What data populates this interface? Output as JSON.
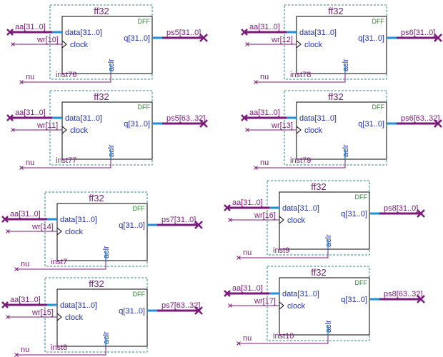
{
  "diagram": {
    "title": "ff32",
    "type_label": "DFF",
    "data_pin": "data[31..0]",
    "clock_pin": "clock",
    "q_pin": "q[31..0]",
    "aclr_pin": "aclr",
    "input_bus": "aa[31..0]",
    "nu_label": "nu",
    "colors": {
      "bus": "#7a1a7a",
      "pin_wire": "#1f8fd8",
      "frame": "#2a8a8a",
      "text": "#7a1a7a"
    },
    "instances": [
      {
        "id": "inst76",
        "wr": "wr[10]",
        "out": "ps5[31..0]"
      },
      {
        "id": "inst77",
        "wr": "wr[11]",
        "out": "ps5[63..32]"
      },
      {
        "id": "inst78",
        "wr": "wr[12]",
        "out": "ps6[31..0]"
      },
      {
        "id": "inst79",
        "wr": "wr[13]",
        "out": "ps6[63..32]"
      },
      {
        "id": "inst7",
        "wr": "wr[14]",
        "out": "ps7[31..0]"
      },
      {
        "id": "inst8",
        "wr": "wr[15]",
        "out": "ps7[63..32]"
      },
      {
        "id": "inst9",
        "wr": "wr[16]",
        "out": "ps8[31..0]"
      },
      {
        "id": "inst10",
        "wr": "wr[17]",
        "out": "ps8[63..32]"
      }
    ]
  }
}
